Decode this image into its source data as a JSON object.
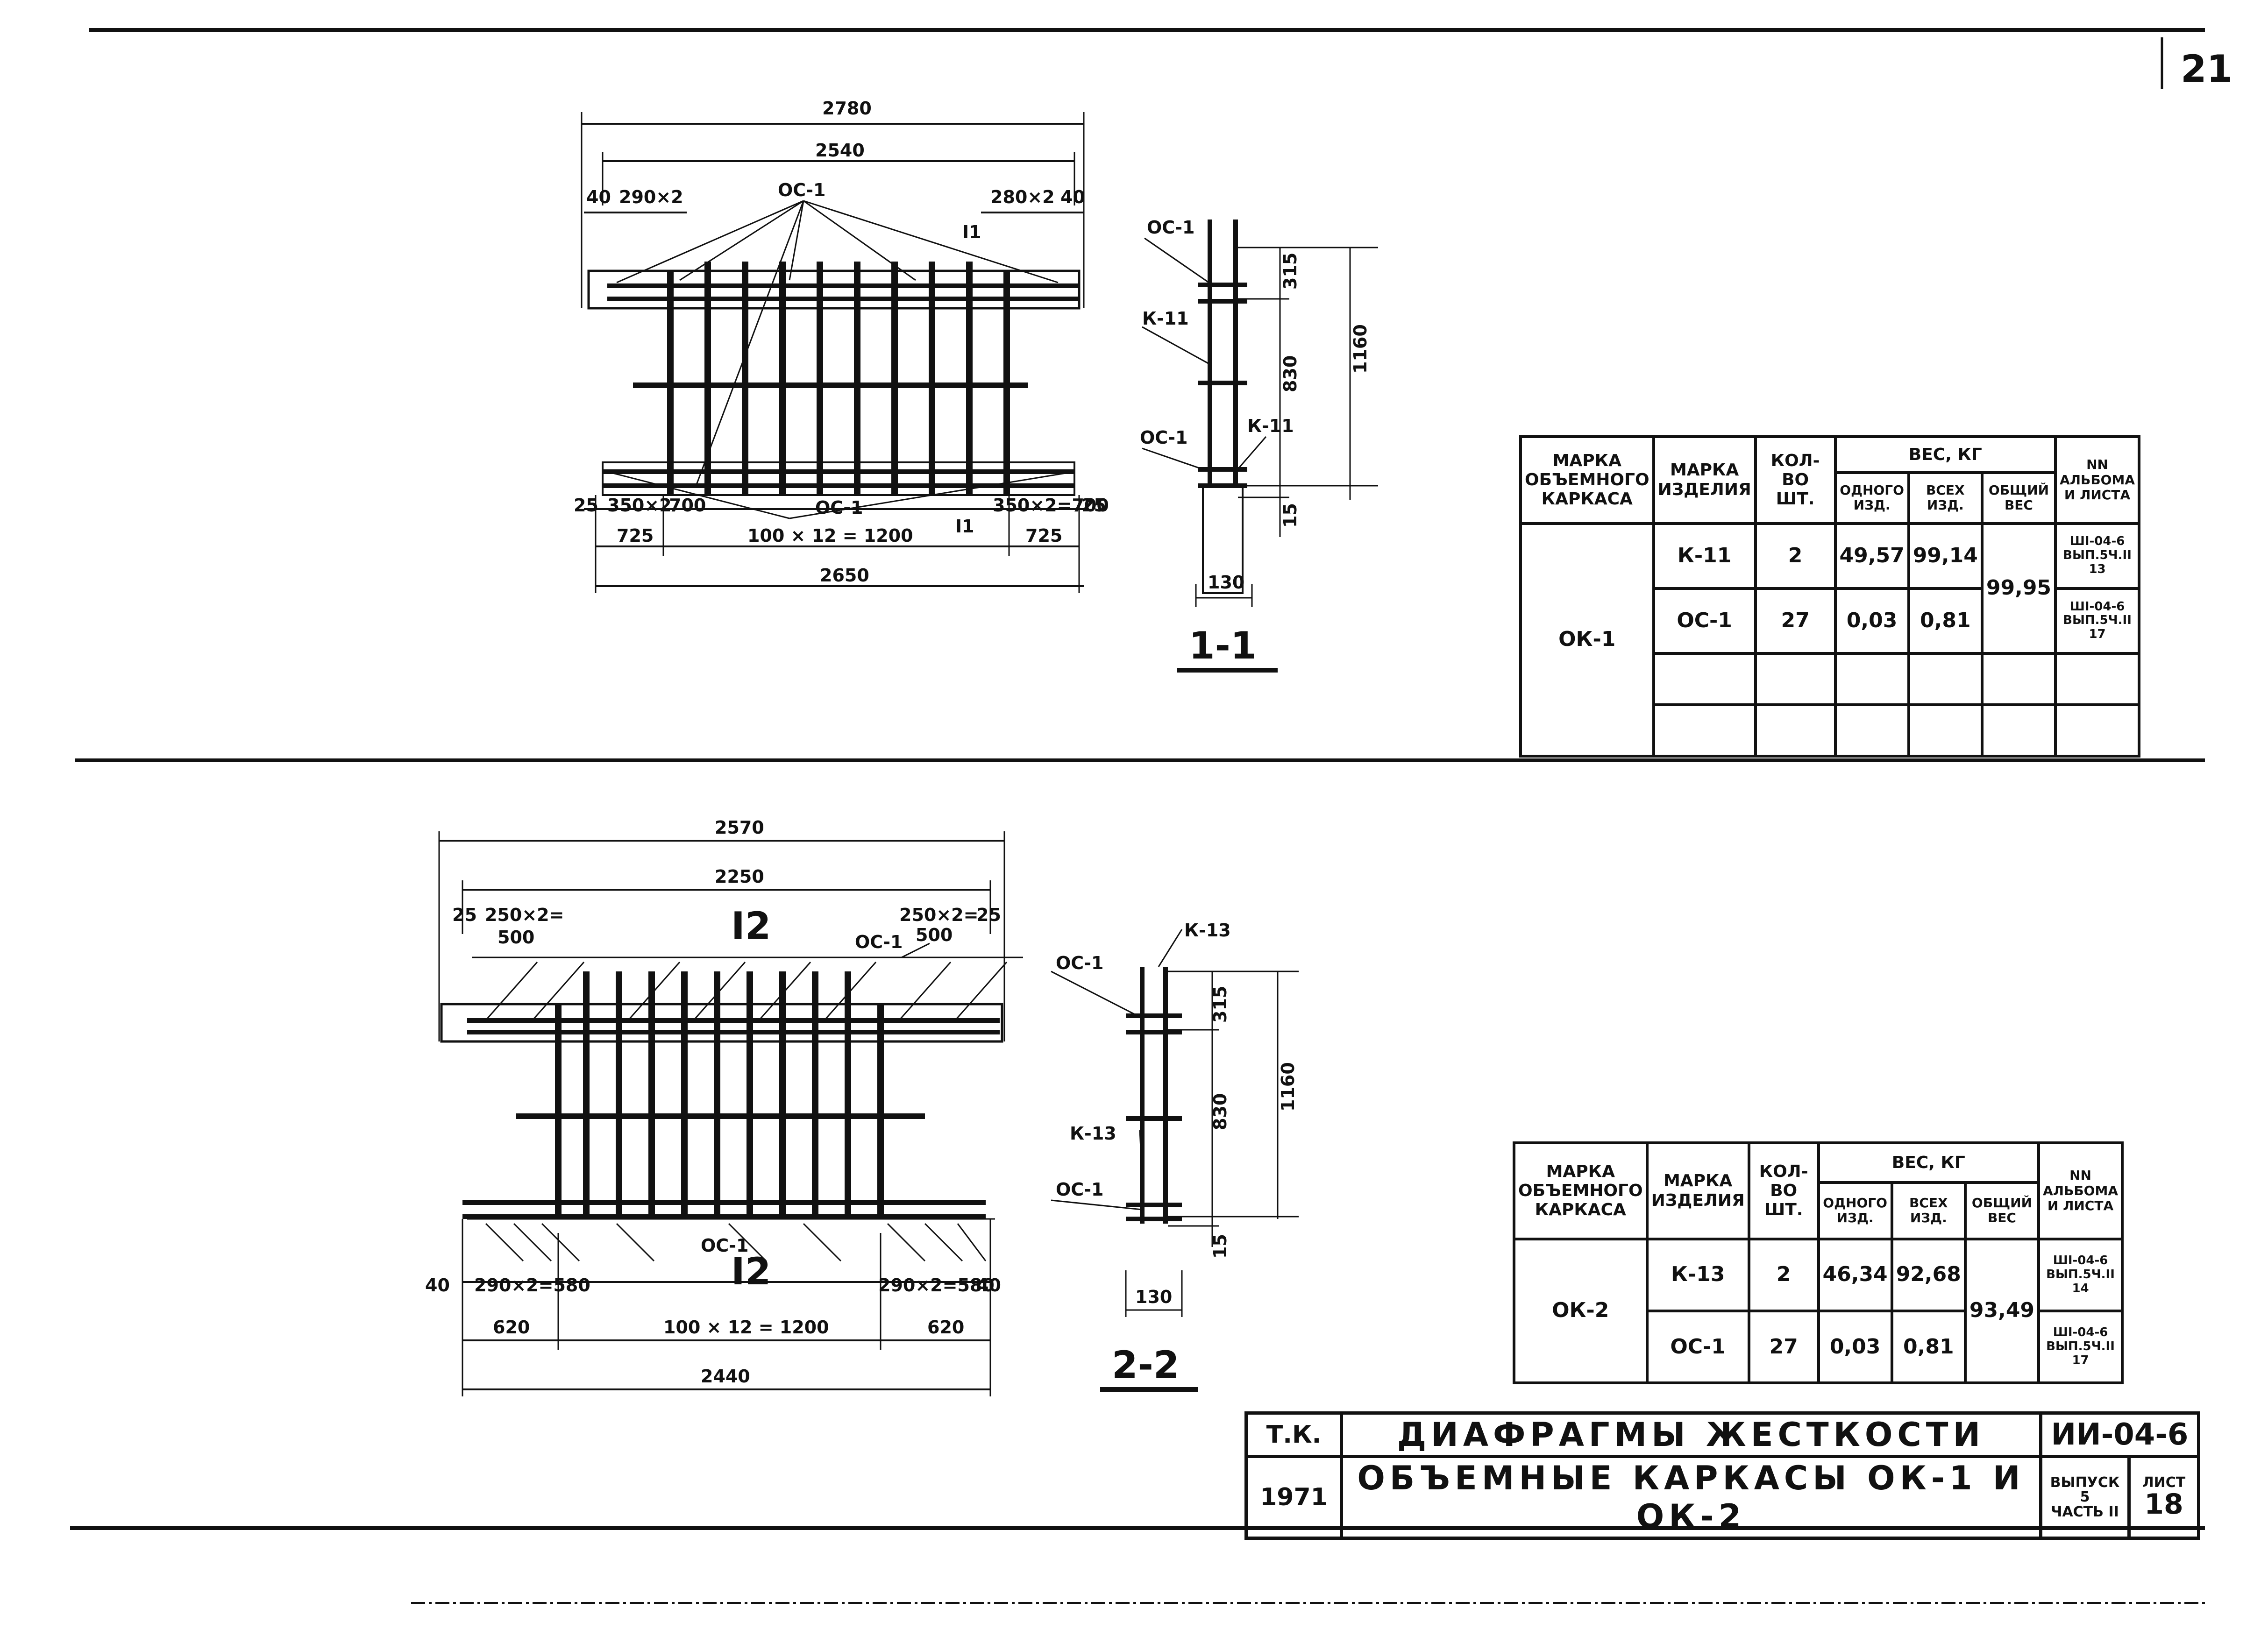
{
  "sheet_number": "21",
  "view1": {
    "dims": {
      "overall_top": "2780",
      "inner_top": "2540",
      "left_edge": "40",
      "left_pitch": "290×2",
      "right_pitch": "280×2",
      "right_edge": "40",
      "bottom_left_edge": "25",
      "bottom_left_pitch": "350×2",
      "bottom_left_700": "700",
      "bottom_right_pitch": "350×2=700",
      "bottom_right_edge": "25",
      "bottom_left_seg": "725",
      "bottom_center_seg": "100 × 12 = 1200",
      "bottom_right_seg": "725",
      "overall_bottom": "2650"
    },
    "callout_top": "ОС-1",
    "callout_bottom": "ОС-1",
    "cut_mark_top": "I1",
    "cut_mark_bottom": "I1"
  },
  "section1": {
    "label": "1-1",
    "dims": {
      "d315": "315",
      "d830": "830",
      "d1160": "1160",
      "d15": "15",
      "d130": "130"
    },
    "tags": [
      "ОС-1",
      "К-11",
      "ОС-1",
      "К-11"
    ]
  },
  "view2": {
    "dims": {
      "overall_top": "2570",
      "inner_top": "2250",
      "left_edge": "25",
      "left_pitch": "250×2=",
      "left_pitch_val": "500",
      "right_pitch": "250×2=",
      "right_pitch_val": "500",
      "right_edge": "25",
      "bottom_left_edge": "40",
      "bottom_left_pitch": "290×2=580",
      "bottom_right_pitch": "290×2=580",
      "bottom_right_edge": "40",
      "bottom_left_seg": "620",
      "bottom_center_seg": "100 × 12 = 1200",
      "bottom_right_seg": "620",
      "overall_bottom": "2440"
    },
    "callout_top": "ОС-1",
    "callout_bottom": "ОС-1",
    "cut_mark_top": "I2",
    "cut_mark_bottom": "I2"
  },
  "section2": {
    "label": "2-2",
    "dims": {
      "d315": "315",
      "d830": "830",
      "d1160": "1160",
      "d15": "15",
      "d130": "130"
    },
    "tags": [
      "К-13",
      "ОС-1",
      "К-13",
      "ОС-1"
    ]
  },
  "table1": {
    "headers": {
      "frame": "МАРКА ОБЪЕМНОГО КАРКАСА",
      "product": "МАРКА ИЗДЕЛИЯ",
      "qty": "КОЛ-ВО ШТ.",
      "weight": "ВЕС, КГ",
      "w_one": "ОДНОГО ИЗД.",
      "w_all": "ВСЕХ ИЗД.",
      "w_total": "ОБЩИЙ ВЕС",
      "album": "NN АЛЬБОМА И ЛИСТА"
    },
    "frame": "ОК-1",
    "rows": [
      {
        "product": "К-11",
        "qty": "2",
        "one": "49,57",
        "all": "99,14",
        "album": "ШI-04-6 ВЫП.5Ч.II 13"
      },
      {
        "product": "ОС-1",
        "qty": "27",
        "one": "0,03",
        "all": "0,81",
        "album": "ШI-04-6 ВЫП.5Ч.II 17"
      }
    ],
    "total": "99,95"
  },
  "table2": {
    "headers": {
      "frame": "МАРКА ОБЪЕМНОГО КАРКАСА",
      "product": "МАРКА ИЗДЕЛИЯ",
      "qty": "КОЛ-ВО ШТ.",
      "weight": "ВЕС, КГ",
      "w_one": "ОДНОГО ИЗД.",
      "w_all": "ВСЕХ ИЗД.",
      "w_total": "ОБЩИЙ ВЕС",
      "album": "NN АЛЬБОМА И ЛИСТА"
    },
    "frame": "ОК-2",
    "rows": [
      {
        "product": "К-13",
        "qty": "2",
        "one": "46,34",
        "all": "92,68",
        "album": "ШI-04-6 ВЫП.5Ч.II 14"
      },
      {
        "product": "ОС-1",
        "qty": "27",
        "one": "0,03",
        "all": "0,81",
        "album": "ШI-04-6 ВЫП.5Ч.II 17"
      }
    ],
    "total": "93,49"
  },
  "title_block": {
    "tk": "Т.К.",
    "title1": "ДИАФРАГМЫ ЖЕСТКОСТИ",
    "code": "ИИ-04-6",
    "year": "1971",
    "title2": "ОБЪЕМНЫЕ КАРКАСЫ ОК-1 И ОК-2",
    "issue_label": "ВЫПУСК",
    "issue_no": "5",
    "part": "ЧАСТЬ II",
    "sheet_label": "ЛИСТ",
    "sheet_no": "18"
  }
}
